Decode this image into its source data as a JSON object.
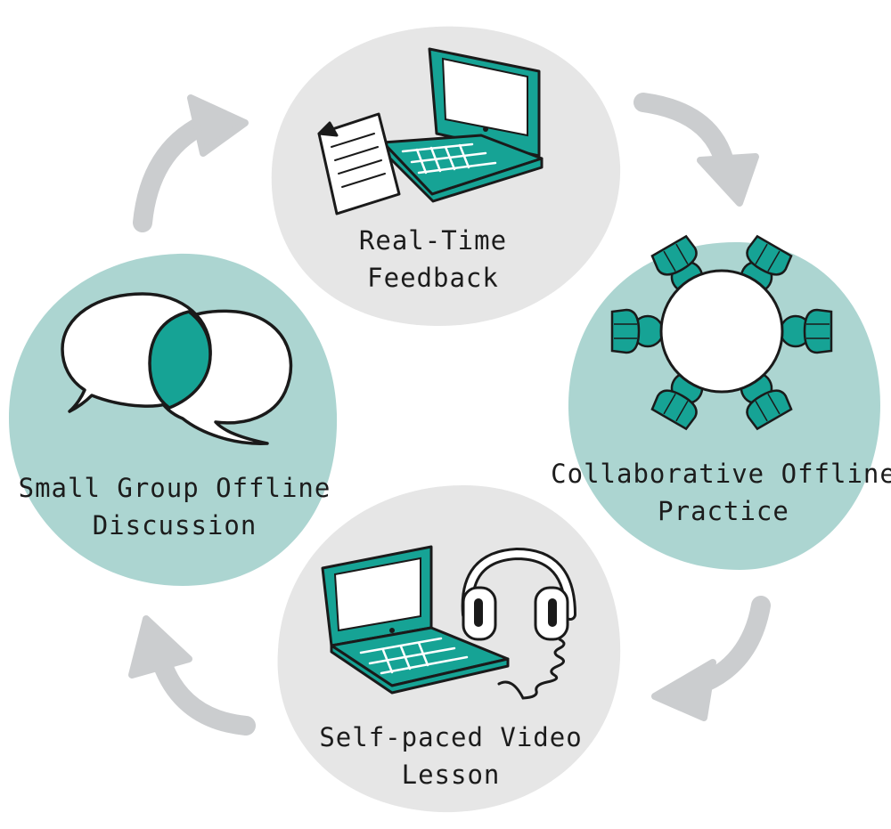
{
  "colors": {
    "teal": "#16a395",
    "teal_light": "#acd5d1",
    "gray_blob": "#e6e6e6",
    "arrow": "#cbcdcf",
    "ink": "#1a1a1a"
  },
  "stages": [
    {
      "line1": "Real-Time",
      "line2": "Feedback",
      "icon": "laptop-with-document-icon"
    },
    {
      "line1": "Collaborative Offline",
      "line2": "Practice",
      "icon": "round-table-people-icon"
    },
    {
      "line1": "Self-paced Video",
      "line2": "Lesson",
      "icon": "laptop-with-headphones-icon"
    },
    {
      "line1": "Small Group Offline",
      "line2": "Discussion",
      "icon": "speech-bubbles-icon"
    }
  ]
}
